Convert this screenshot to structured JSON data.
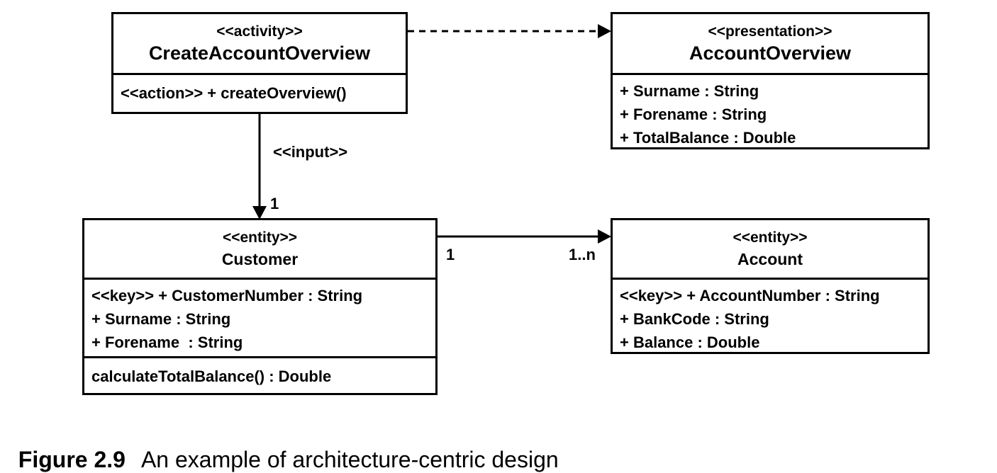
{
  "classes": {
    "create_account_overview": {
      "stereotype": "<<activity>>",
      "name": "CreateAccountOverview",
      "operations": [
        "<<action>> + createOverview()"
      ]
    },
    "account_overview": {
      "stereotype": "<<presentation>>",
      "name": "AccountOverview",
      "attributes": [
        "+ Surname : String",
        "+ Forename : String",
        "+ TotalBalance : Double"
      ]
    },
    "customer": {
      "stereotype": "<<entity>>",
      "name": "Customer",
      "attributes": [
        "<<key>> + CustomerNumber : String",
        "+ Surname : String",
        "+ Forename  : String"
      ],
      "operations": [
        "calculateTotalBalance() : Double"
      ]
    },
    "account": {
      "stereotype": "<<entity>>",
      "name": "Account",
      "attributes": [
        "<<key>> + AccountNumber : String",
        "+ BankCode : String",
        "+ Balance : Double"
      ]
    }
  },
  "relations": {
    "input_label": "<<input>>",
    "input_multiplicity": "1",
    "customer_account_source_multiplicity": "1",
    "customer_account_target_multiplicity": "1..n"
  },
  "caption": {
    "number": "Figure 2.9",
    "text": "An example of architecture-centric design"
  }
}
